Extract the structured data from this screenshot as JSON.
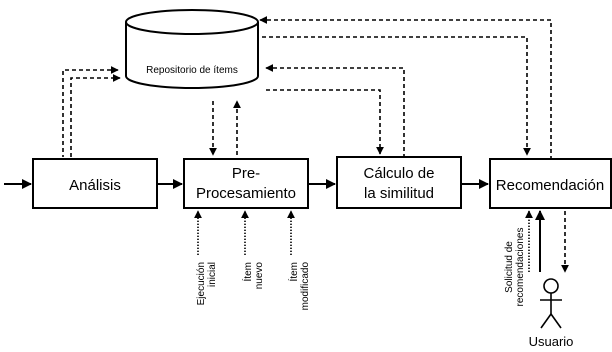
{
  "repository": {
    "label": "Repositorio de ítems"
  },
  "nodes": {
    "analisis": {
      "label": "Análisis"
    },
    "preprocesamiento": {
      "line1": "Pre-",
      "line2": "Procesamiento"
    },
    "calculo": {
      "line1": "Cálculo de",
      "line2": "la similitud"
    },
    "recomendacion": {
      "label": "Recomendación"
    }
  },
  "inputs": {
    "ejecucion": {
      "line1": "Ejecución",
      "line2": "inicial"
    },
    "item_nuevo": {
      "line1": "Ítem",
      "line2": "nuevo"
    },
    "item_modificado": {
      "line1": "Ítem",
      "line2": "modificado"
    }
  },
  "solicitud": {
    "line1": "Solicitud de",
    "line2": "recomendaciones"
  },
  "user": {
    "label": "Usuario"
  }
}
